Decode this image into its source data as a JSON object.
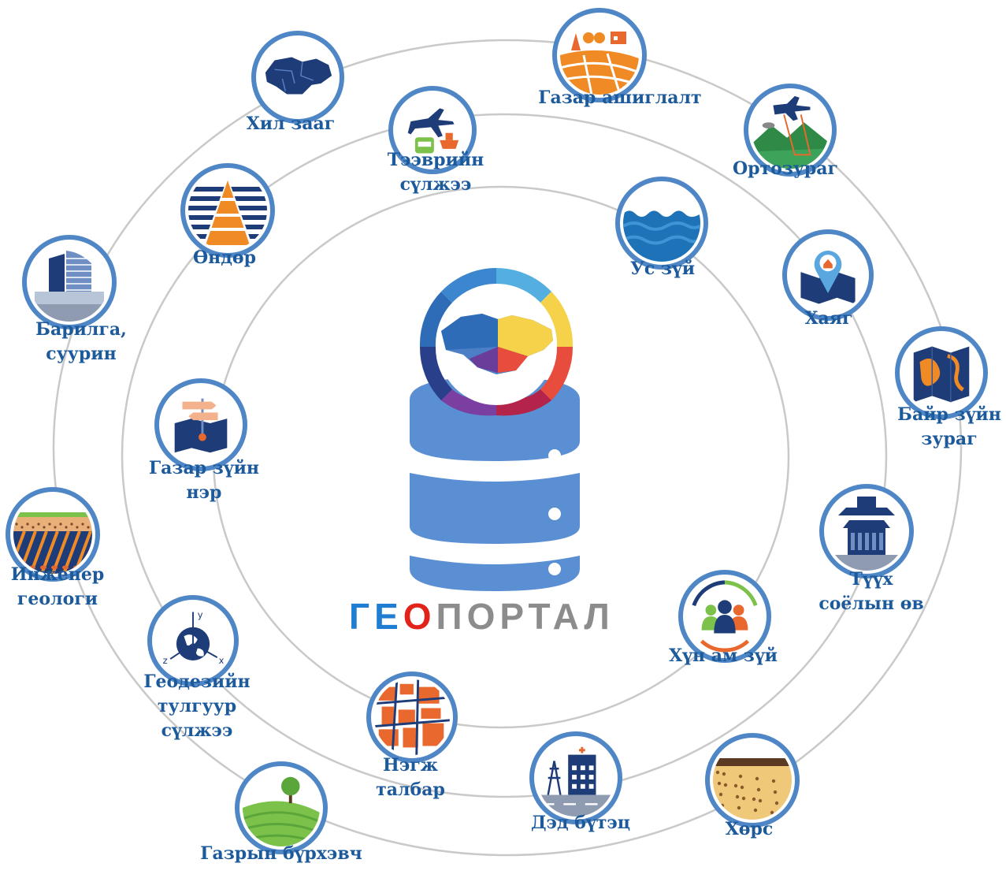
{
  "logo": {
    "text_geo": "ГЕ",
    "text_o": "О",
    "text_rest": "ПОРТАЛ",
    "colors": {
      "blue": "#1f7ed2",
      "red": "#e2231a",
      "gray": "#8c8c8c"
    }
  },
  "colors": {
    "ring": "#c9c9c9",
    "badge_border": "#4f86c6",
    "label": "#1c5a9c",
    "database": "#5b8fd3"
  },
  "nodes": [
    {
      "id": "border",
      "lines": [
        "Хил зааг"
      ],
      "icon": "mongolia-map-icon"
    },
    {
      "id": "transport",
      "lines": [
        "Тээврийн",
        "сүлжээ"
      ],
      "icon": "transport-icon"
    },
    {
      "id": "landuse",
      "lines": [
        "Газар ашиглалт"
      ],
      "icon": "land-use-icon"
    },
    {
      "id": "ortho",
      "lines": [
        "Ортозураг"
      ],
      "icon": "airplane-survey-icon"
    },
    {
      "id": "elevation",
      "lines": [
        "Өндөр"
      ],
      "icon": "elevation-cone-icon"
    },
    {
      "id": "hydro",
      "lines": [
        "Ус зүй"
      ],
      "icon": "water-icon"
    },
    {
      "id": "address",
      "lines": [
        "Хаяг"
      ],
      "icon": "address-pin-icon"
    },
    {
      "id": "building",
      "lines": [
        "Барилга,",
        "суурин"
      ],
      "icon": "building-icon"
    },
    {
      "id": "topomap",
      "lines": [
        "Байр зүйн",
        "зураг"
      ],
      "icon": "topographic-map-icon"
    },
    {
      "id": "placename",
      "lines": [
        "Газар зүйн",
        "нэр"
      ],
      "icon": "signpost-map-icon"
    },
    {
      "id": "heritage",
      "lines": [
        "Түүх",
        "соёлын өв"
      ],
      "icon": "temple-icon"
    },
    {
      "id": "geology",
      "lines": [
        "Инженер",
        "геологи"
      ],
      "icon": "soil-layers-icon"
    },
    {
      "id": "population",
      "lines": [
        "Хүн ам зүй"
      ],
      "icon": "people-icon"
    },
    {
      "id": "geodesy",
      "lines": [
        "Геодезийн",
        "тулгуур",
        "сүлжээ"
      ],
      "icon": "globe-axes-icon"
    },
    {
      "id": "parcel",
      "lines": [
        "Нэгж",
        "талбар"
      ],
      "icon": "parcel-map-icon"
    },
    {
      "id": "infra",
      "lines": [
        "Дэд бүтэц"
      ],
      "icon": "infrastructure-icon"
    },
    {
      "id": "soil",
      "lines": [
        "Хөрс"
      ],
      "icon": "soil-icon"
    },
    {
      "id": "landcover",
      "lines": [
        "Газрын бүрхэвч"
      ],
      "icon": "land-cover-icon"
    }
  ]
}
